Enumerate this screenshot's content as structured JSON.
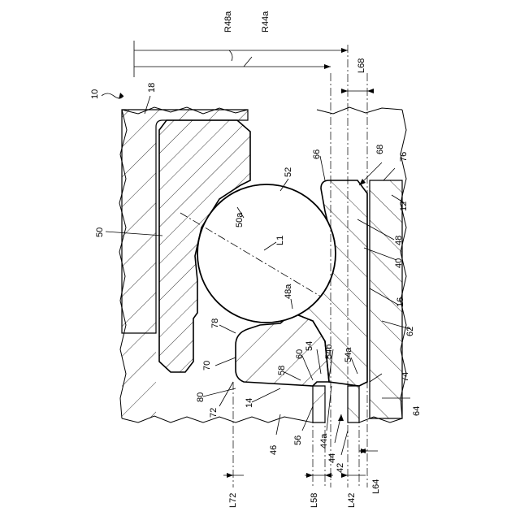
{
  "figure": {
    "labels": {
      "r48a": "R48a",
      "r44a": "R44a",
      "l68": "L68",
      "n10": "10",
      "n18": "18",
      "n66": "66",
      "n68": "68",
      "n76": "76",
      "n52": "52",
      "n12": "12",
      "n50a": "50a",
      "n50": "50",
      "l1": "L1",
      "n48": "48",
      "n40": "40",
      "n48a": "48a",
      "n16": "16",
      "n62": "62",
      "n78": "78",
      "n54": "54",
      "n54b": "54b",
      "n60": "60",
      "n54a": "54a",
      "n70": "70",
      "n58": "58",
      "n74": "74",
      "n80": "80",
      "n72": "72",
      "n14": "14",
      "n64": "64",
      "n46": "46",
      "n56": "56",
      "n44a": "44a",
      "n44": "44",
      "n42": "42",
      "l72": "L72",
      "l58": "L58",
      "l42": "L42",
      "l64": "L64"
    }
  }
}
